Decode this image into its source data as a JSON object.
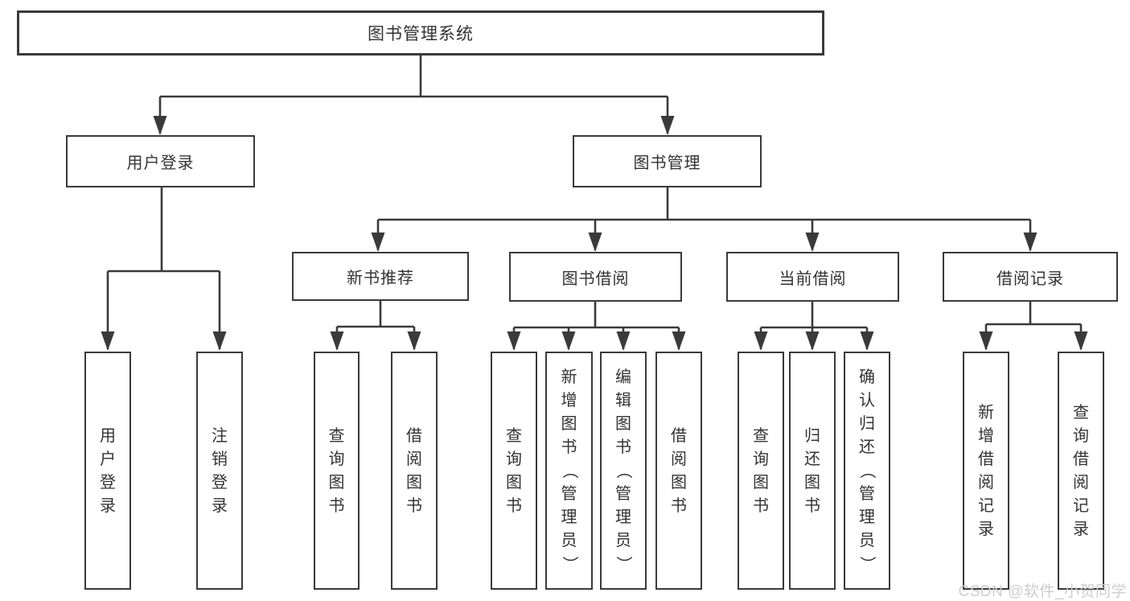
{
  "tree": {
    "label": "图书管理系统",
    "children": [
      {
        "label": "用户登录",
        "children": [
          {
            "label": "用户登录"
          },
          {
            "label": "注销登录"
          }
        ]
      },
      {
        "label": "图书管理",
        "children": [
          {
            "label": "新书推荐",
            "children": [
              {
                "label": "查询图书"
              },
              {
                "label": "借阅图书"
              }
            ]
          },
          {
            "label": "图书借阅",
            "children": [
              {
                "label": "查询图书"
              },
              {
                "label": "新增图书（管理员）"
              },
              {
                "label": "编辑图书（管理员）"
              },
              {
                "label": "借阅图书"
              }
            ]
          },
          {
            "label": "当前借阅",
            "children": [
              {
                "label": "查询图书"
              },
              {
                "label": "归还图书"
              },
              {
                "label": "确认归还（管理员）"
              }
            ]
          },
          {
            "label": "借阅记录",
            "children": [
              {
                "label": "新增借阅记录"
              },
              {
                "label": "查询借阅记录"
              }
            ]
          }
        ]
      }
    ]
  },
  "watermark": "CSDN @软件_小贺同学",
  "colors": {
    "line": "#3a3a3a",
    "text": "#333333",
    "watermark": "#cdcdcd",
    "background": "#ffffff"
  }
}
